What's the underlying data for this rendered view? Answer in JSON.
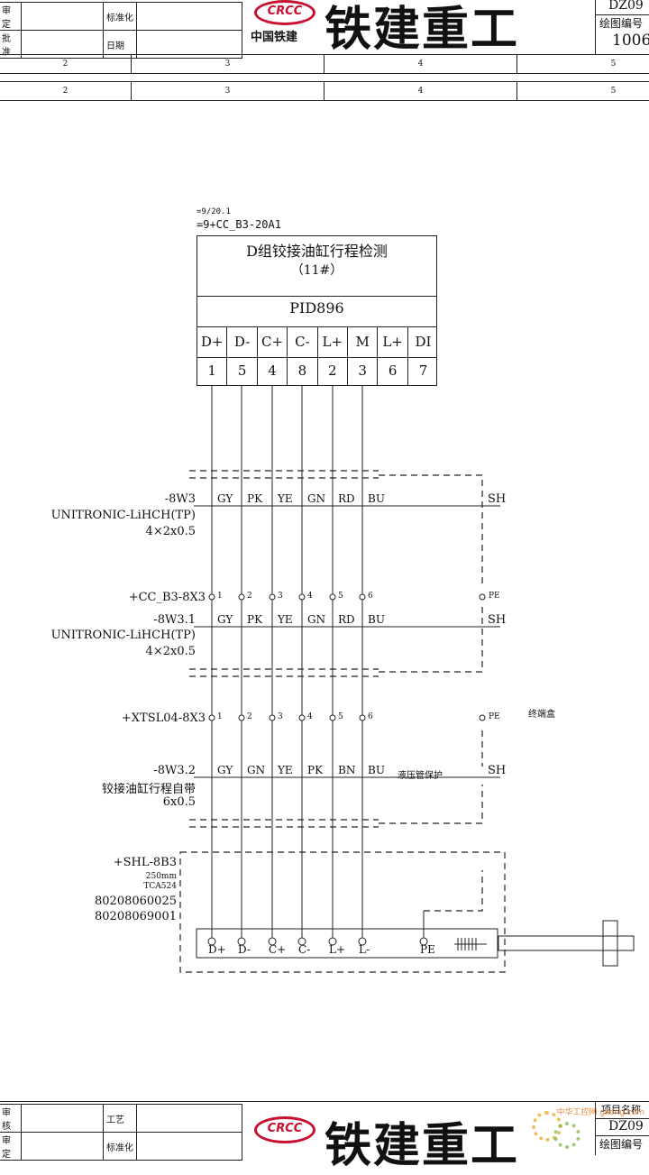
{
  "title_block_top": {
    "cells": [
      [
        "审定",
        "标准化"
      ],
      [
        "批准",
        "日期"
      ]
    ],
    "logo_text": "CRCC",
    "company_cn": "中国铁建",
    "big_title": "铁建重工",
    "right_code": "DZ09",
    "right_label": "绘图编号",
    "right_number": "1006"
  },
  "ruler_top": [
    "2",
    "3",
    "4",
    "5"
  ],
  "ruler_second": [
    "2",
    "3",
    "4",
    "5"
  ],
  "component": {
    "ref1": "=9/20.1",
    "ref2": "=9+CC_B3-20A1",
    "title": "D组铰接油缸行程检测",
    "subtitle": "（11#）",
    "model": "PID896",
    "pins": [
      "D+",
      "D-",
      "C+",
      "C-",
      "L+",
      "M",
      "L+",
      "DI"
    ],
    "pin_numbers": [
      "1",
      "5",
      "4",
      "8",
      "2",
      "3",
      "6",
      "7"
    ]
  },
  "cable1": {
    "tag": "-8W3",
    "type": "UNITRONIC-LiHCH(TP)",
    "size": "4×2x0.5",
    "colors": [
      "GY",
      "PK",
      "YE",
      "GN",
      "RD",
      "BU"
    ],
    "shield": "SH"
  },
  "terminal1": {
    "tag": "+CC_B3-8X3",
    "numbers": [
      "1",
      "2",
      "3",
      "4",
      "5",
      "6"
    ],
    "pe": "PE"
  },
  "cable2": {
    "tag": "-8W3.1",
    "type": "UNITRONIC-LiHCH(TP)",
    "size": "4×2x0.5",
    "colors": [
      "GY",
      "PK",
      "YE",
      "GN",
      "RD",
      "BU"
    ],
    "shield": "SH"
  },
  "terminal2": {
    "tag": "+XTSL04-8X3",
    "numbers": [
      "1",
      "2",
      "3",
      "4",
      "5",
      "6"
    ],
    "pe": "PE",
    "note": "终端盒"
  },
  "cable3": {
    "tag": "-8W3.2",
    "type": "铰接油缸行程自带",
    "size": "6x0.5",
    "colors": [
      "GY",
      "GN",
      "YE",
      "PK",
      "BN",
      "BU"
    ],
    "note": "液压管保护",
    "shield": "SH"
  },
  "sensor": {
    "tag": "+SHL-8B3",
    "length": "250mm",
    "model": "TCA524",
    "part1": "80208060025",
    "part2": "80208069001",
    "pins": [
      "D+",
      "D-",
      "C+",
      "C-",
      "L+",
      "L-",
      "PE"
    ]
  },
  "title_block_bottom": {
    "cells": [
      [
        "审核",
        "工艺"
      ],
      [
        "审定",
        "标准化"
      ]
    ],
    "logo_text": "CRCC",
    "big_title": "铁建重工",
    "right_label1": "项目名称",
    "right_code": "DZ09",
    "right_label2": "绘图编号"
  },
  "watermark": "中华工控网 gkong.com"
}
